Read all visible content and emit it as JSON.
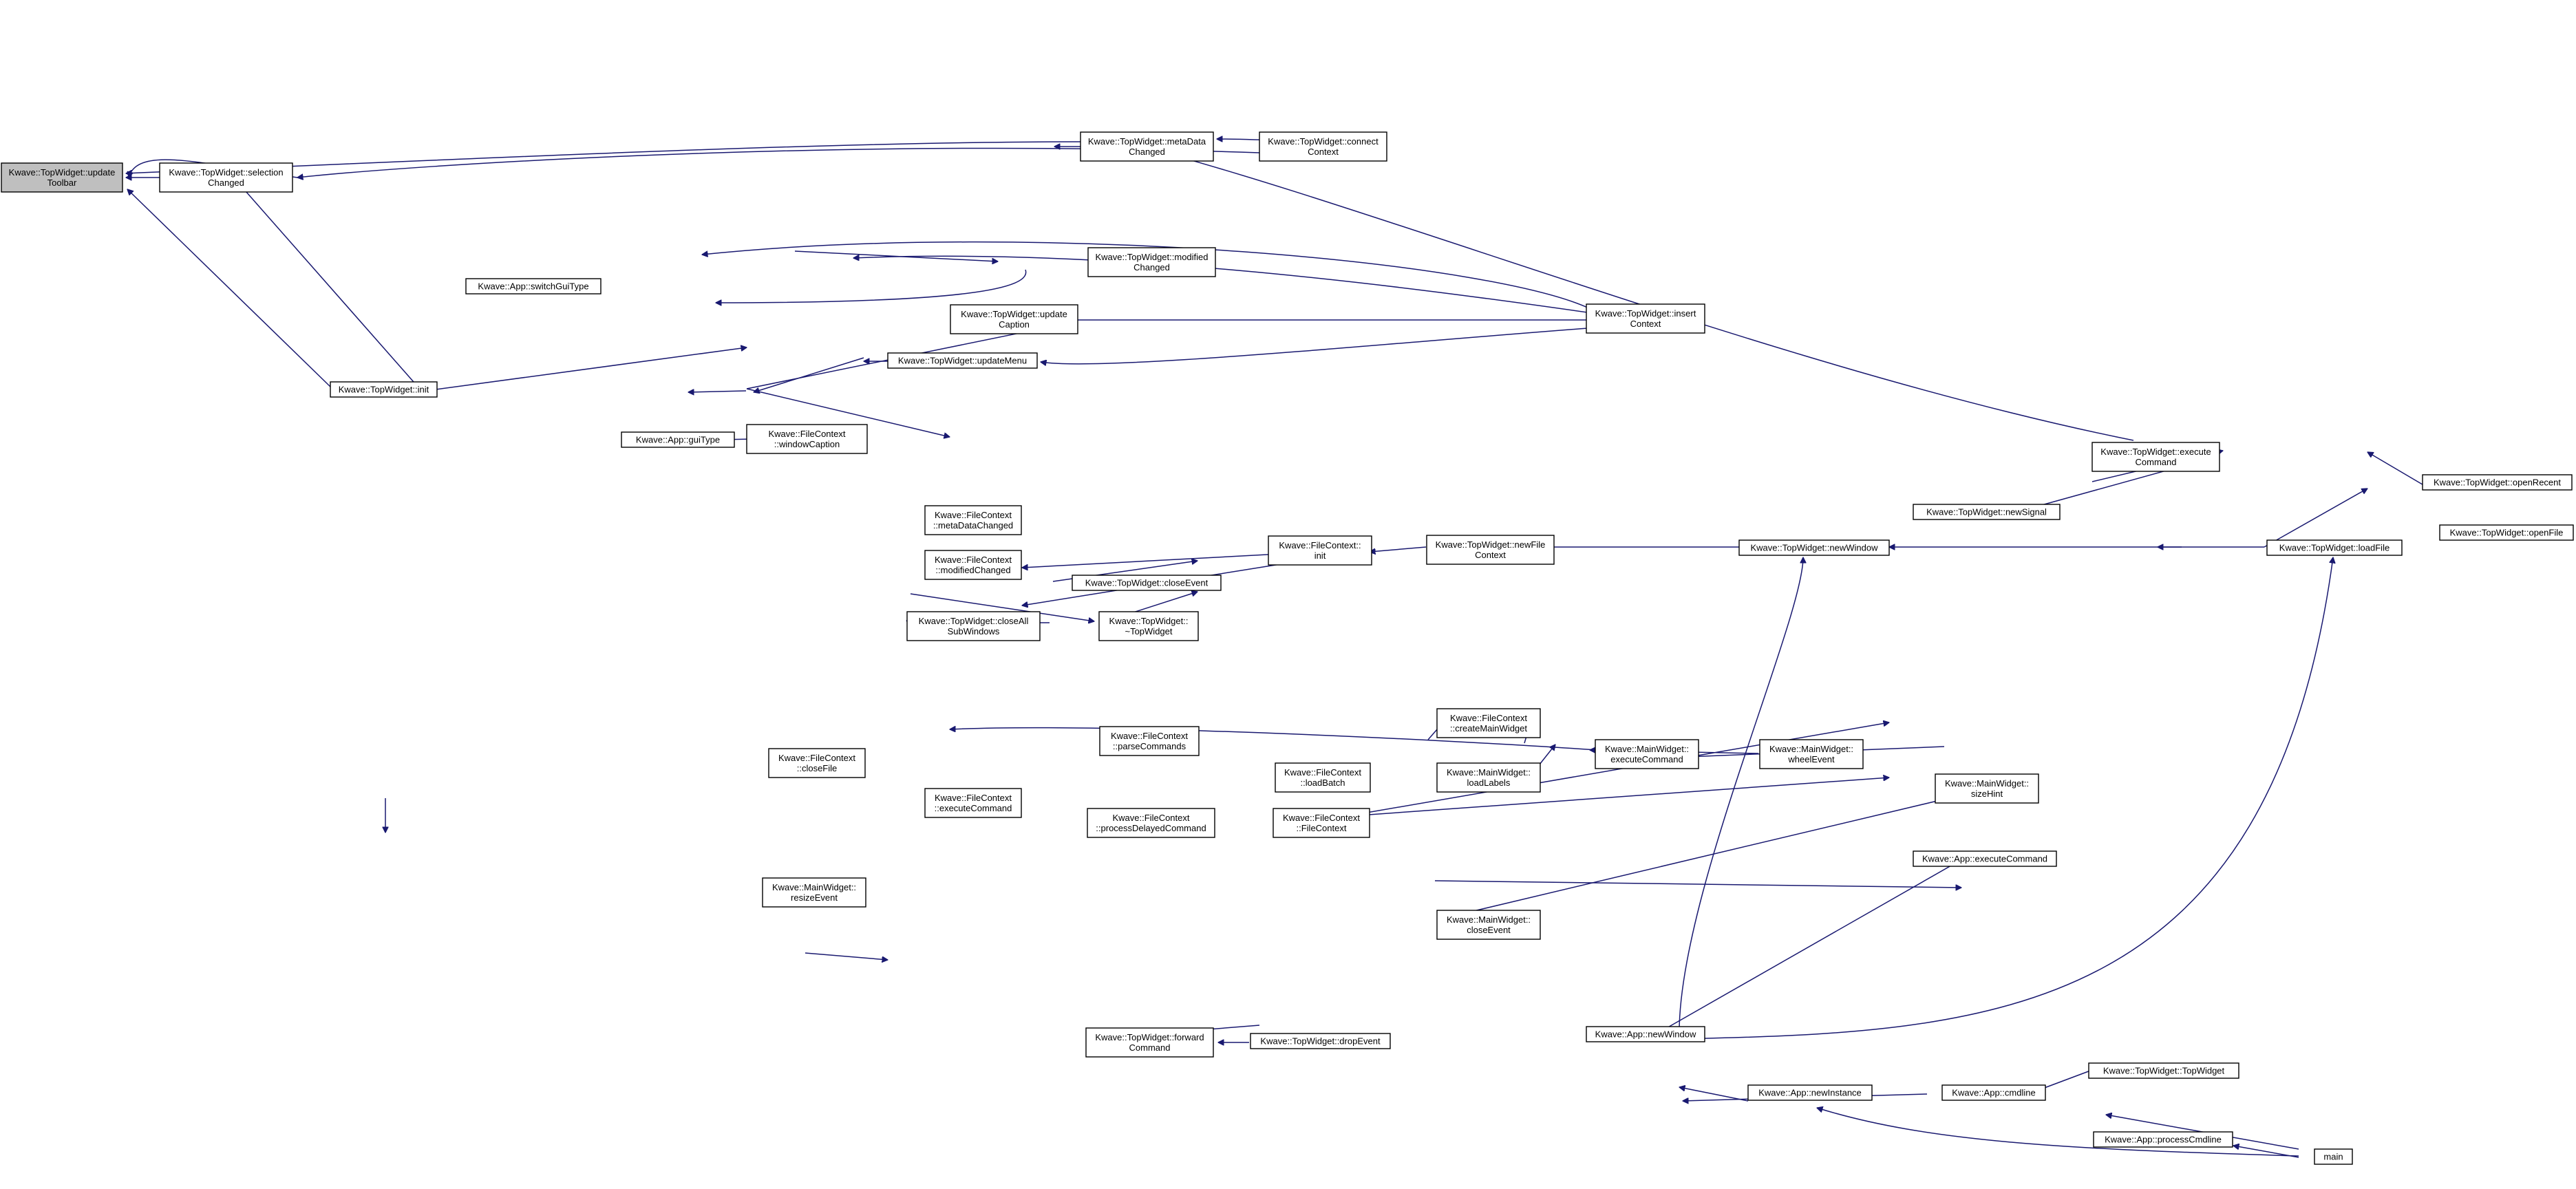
{
  "diagram": {
    "type": "call-graph",
    "edge_color": "#191970",
    "root_fill": "#bfbfbf",
    "nodes": [
      {
        "id": "updateToolbar",
        "lines": [
          "Kwave::TopWidget::update",
          "Toolbar"
        ],
        "root": true
      },
      {
        "id": "selectionChanged",
        "lines": [
          "Kwave::TopWidget::selection",
          "Changed"
        ]
      },
      {
        "id": "tw_metaDataChanged",
        "lines": [
          "Kwave::TopWidget::metaData",
          "Changed"
        ]
      },
      {
        "id": "connectContext",
        "lines": [
          "Kwave::TopWidget::connect",
          "Context"
        ]
      },
      {
        "id": "switchGuiType",
        "lines": [
          "Kwave::App::switchGuiType"
        ]
      },
      {
        "id": "modifiedChanged",
        "lines": [
          "Kwave::TopWidget::modified",
          "Changed"
        ]
      },
      {
        "id": "updateCaption",
        "lines": [
          "Kwave::TopWidget::update",
          "Caption"
        ]
      },
      {
        "id": "insertContext",
        "lines": [
          "Kwave::TopWidget::insert",
          "Context"
        ]
      },
      {
        "id": "tw_init",
        "lines": [
          "Kwave::TopWidget::init"
        ]
      },
      {
        "id": "updateMenu",
        "lines": [
          "Kwave::TopWidget::updateMenu"
        ]
      },
      {
        "id": "guiType",
        "lines": [
          "Kwave::App::guiType"
        ]
      },
      {
        "id": "windowCaption",
        "lines": [
          "Kwave::FileContext",
          "::windowCaption"
        ]
      },
      {
        "id": "executeCommandTW",
        "lines": [
          "Kwave::TopWidget::execute",
          "Command"
        ]
      },
      {
        "id": "openRecent",
        "lines": [
          "Kwave::TopWidget::openRecent"
        ]
      },
      {
        "id": "newSignal",
        "lines": [
          "Kwave::TopWidget::newSignal"
        ]
      },
      {
        "id": "fc_metaDataChanged",
        "lines": [
          "Kwave::FileContext",
          "::metaDataChanged"
        ]
      },
      {
        "id": "fc_init",
        "lines": [
          "Kwave::FileContext::",
          "init"
        ]
      },
      {
        "id": "newFileContext",
        "lines": [
          "Kwave::TopWidget::newFile",
          "Context"
        ]
      },
      {
        "id": "newWindowTW",
        "lines": [
          "Kwave::TopWidget::newWindow"
        ]
      },
      {
        "id": "loadFile",
        "lines": [
          "Kwave::TopWidget::loadFile"
        ]
      },
      {
        "id": "openFile",
        "lines": [
          "Kwave::TopWidget::openFile"
        ]
      },
      {
        "id": "fc_modifiedChanged",
        "lines": [
          "Kwave::FileContext",
          "::modifiedChanged"
        ]
      },
      {
        "id": "closeEventTW",
        "lines": [
          "Kwave::TopWidget::closeEvent"
        ]
      },
      {
        "id": "closeAllSubWindows",
        "lines": [
          "Kwave::TopWidget::closeAll",
          "SubWindows"
        ]
      },
      {
        "id": "dtorTopWidget",
        "lines": [
          "Kwave::TopWidget::",
          "~TopWidget"
        ]
      },
      {
        "id": "createMainWidget",
        "lines": [
          "Kwave::FileContext",
          "::createMainWidget"
        ]
      },
      {
        "id": "parseCommands",
        "lines": [
          "Kwave::FileContext",
          "::parseCommands"
        ]
      },
      {
        "id": "mw_executeCommand",
        "lines": [
          "Kwave::MainWidget::",
          "executeCommand"
        ]
      },
      {
        "id": "wheelEvent",
        "lines": [
          "Kwave::MainWidget::",
          "wheelEvent"
        ]
      },
      {
        "id": "closeFile",
        "lines": [
          "Kwave::FileContext",
          "::closeFile"
        ]
      },
      {
        "id": "loadBatch",
        "lines": [
          "Kwave::FileContext",
          "::loadBatch"
        ]
      },
      {
        "id": "loadLabels",
        "lines": [
          "Kwave::MainWidget::",
          "loadLabels"
        ]
      },
      {
        "id": "sizeHint",
        "lines": [
          "Kwave::MainWidget::",
          "sizeHint"
        ]
      },
      {
        "id": "fc_executeCommand",
        "lines": [
          "Kwave::FileContext",
          "::executeCommand"
        ]
      },
      {
        "id": "processDelayedCommand",
        "lines": [
          "Kwave::FileContext",
          "::processDelayedCommand"
        ]
      },
      {
        "id": "fc_ctor",
        "lines": [
          "Kwave::FileContext",
          "::FileContext"
        ]
      },
      {
        "id": "app_executeCommand",
        "lines": [
          "Kwave::App::executeCommand"
        ]
      },
      {
        "id": "resizeEvent",
        "lines": [
          "Kwave::MainWidget::",
          "resizeEvent"
        ]
      },
      {
        "id": "mw_closeEvent",
        "lines": [
          "Kwave::MainWidget::",
          "closeEvent"
        ]
      },
      {
        "id": "forwardCommand",
        "lines": [
          "Kwave::TopWidget::forward",
          "Command"
        ]
      },
      {
        "id": "dropEvent",
        "lines": [
          "Kwave::TopWidget::dropEvent"
        ]
      },
      {
        "id": "app_newWindow",
        "lines": [
          "Kwave::App::newWindow"
        ]
      },
      {
        "id": "tw_ctor",
        "lines": [
          "Kwave::TopWidget::TopWidget"
        ]
      },
      {
        "id": "newInstance",
        "lines": [
          "Kwave::App::newInstance"
        ]
      },
      {
        "id": "cmdline",
        "lines": [
          "Kwave::App::cmdline"
        ]
      },
      {
        "id": "processCmdline",
        "lines": [
          "Kwave::App::processCmdline"
        ]
      },
      {
        "id": "main",
        "lines": [
          "main"
        ]
      }
    ]
  }
}
